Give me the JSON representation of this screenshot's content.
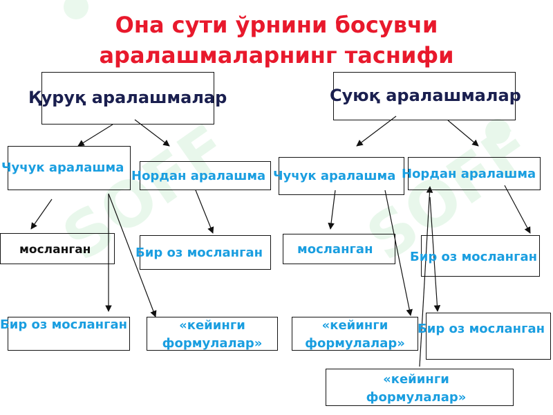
{
  "title": {
    "line1": "Она сути ўрнини босувчи",
    "line2": "аралашмаларнинг таснифи"
  },
  "nodes": {
    "dry_mixtures": "Қуруқ аралашмалар",
    "liquid_mixtures": "Суюқ аралашмалар",
    "dry_fresh": "Чучук аралашма",
    "dry_sour": "Нордан аралашма",
    "liquid_fresh": "Чучук аралашма",
    "liquid_sour": "Нордан аралашма",
    "dry_fresh_adapted": "мосланган",
    "dry_fresh_partial": "Бир оз мосланган",
    "dry_sour_partial": "Бир оз мосланган",
    "dry_followup": "«кейинги формулалар»",
    "liquid_fresh_adapted": "мосланган",
    "liquid_sour_partial": "Бир оз мосланган",
    "liquid_followup": "«кейинги формулалар»",
    "liquid_partial_2": "Бир оз мосланган",
    "liquid_followup_2": "«кейинги формулалар»"
  },
  "colors": {
    "title": "#e8192c",
    "heading": "#1a1f4f",
    "accent": "#1a9ee0",
    "watermark": "#2eb84a"
  }
}
